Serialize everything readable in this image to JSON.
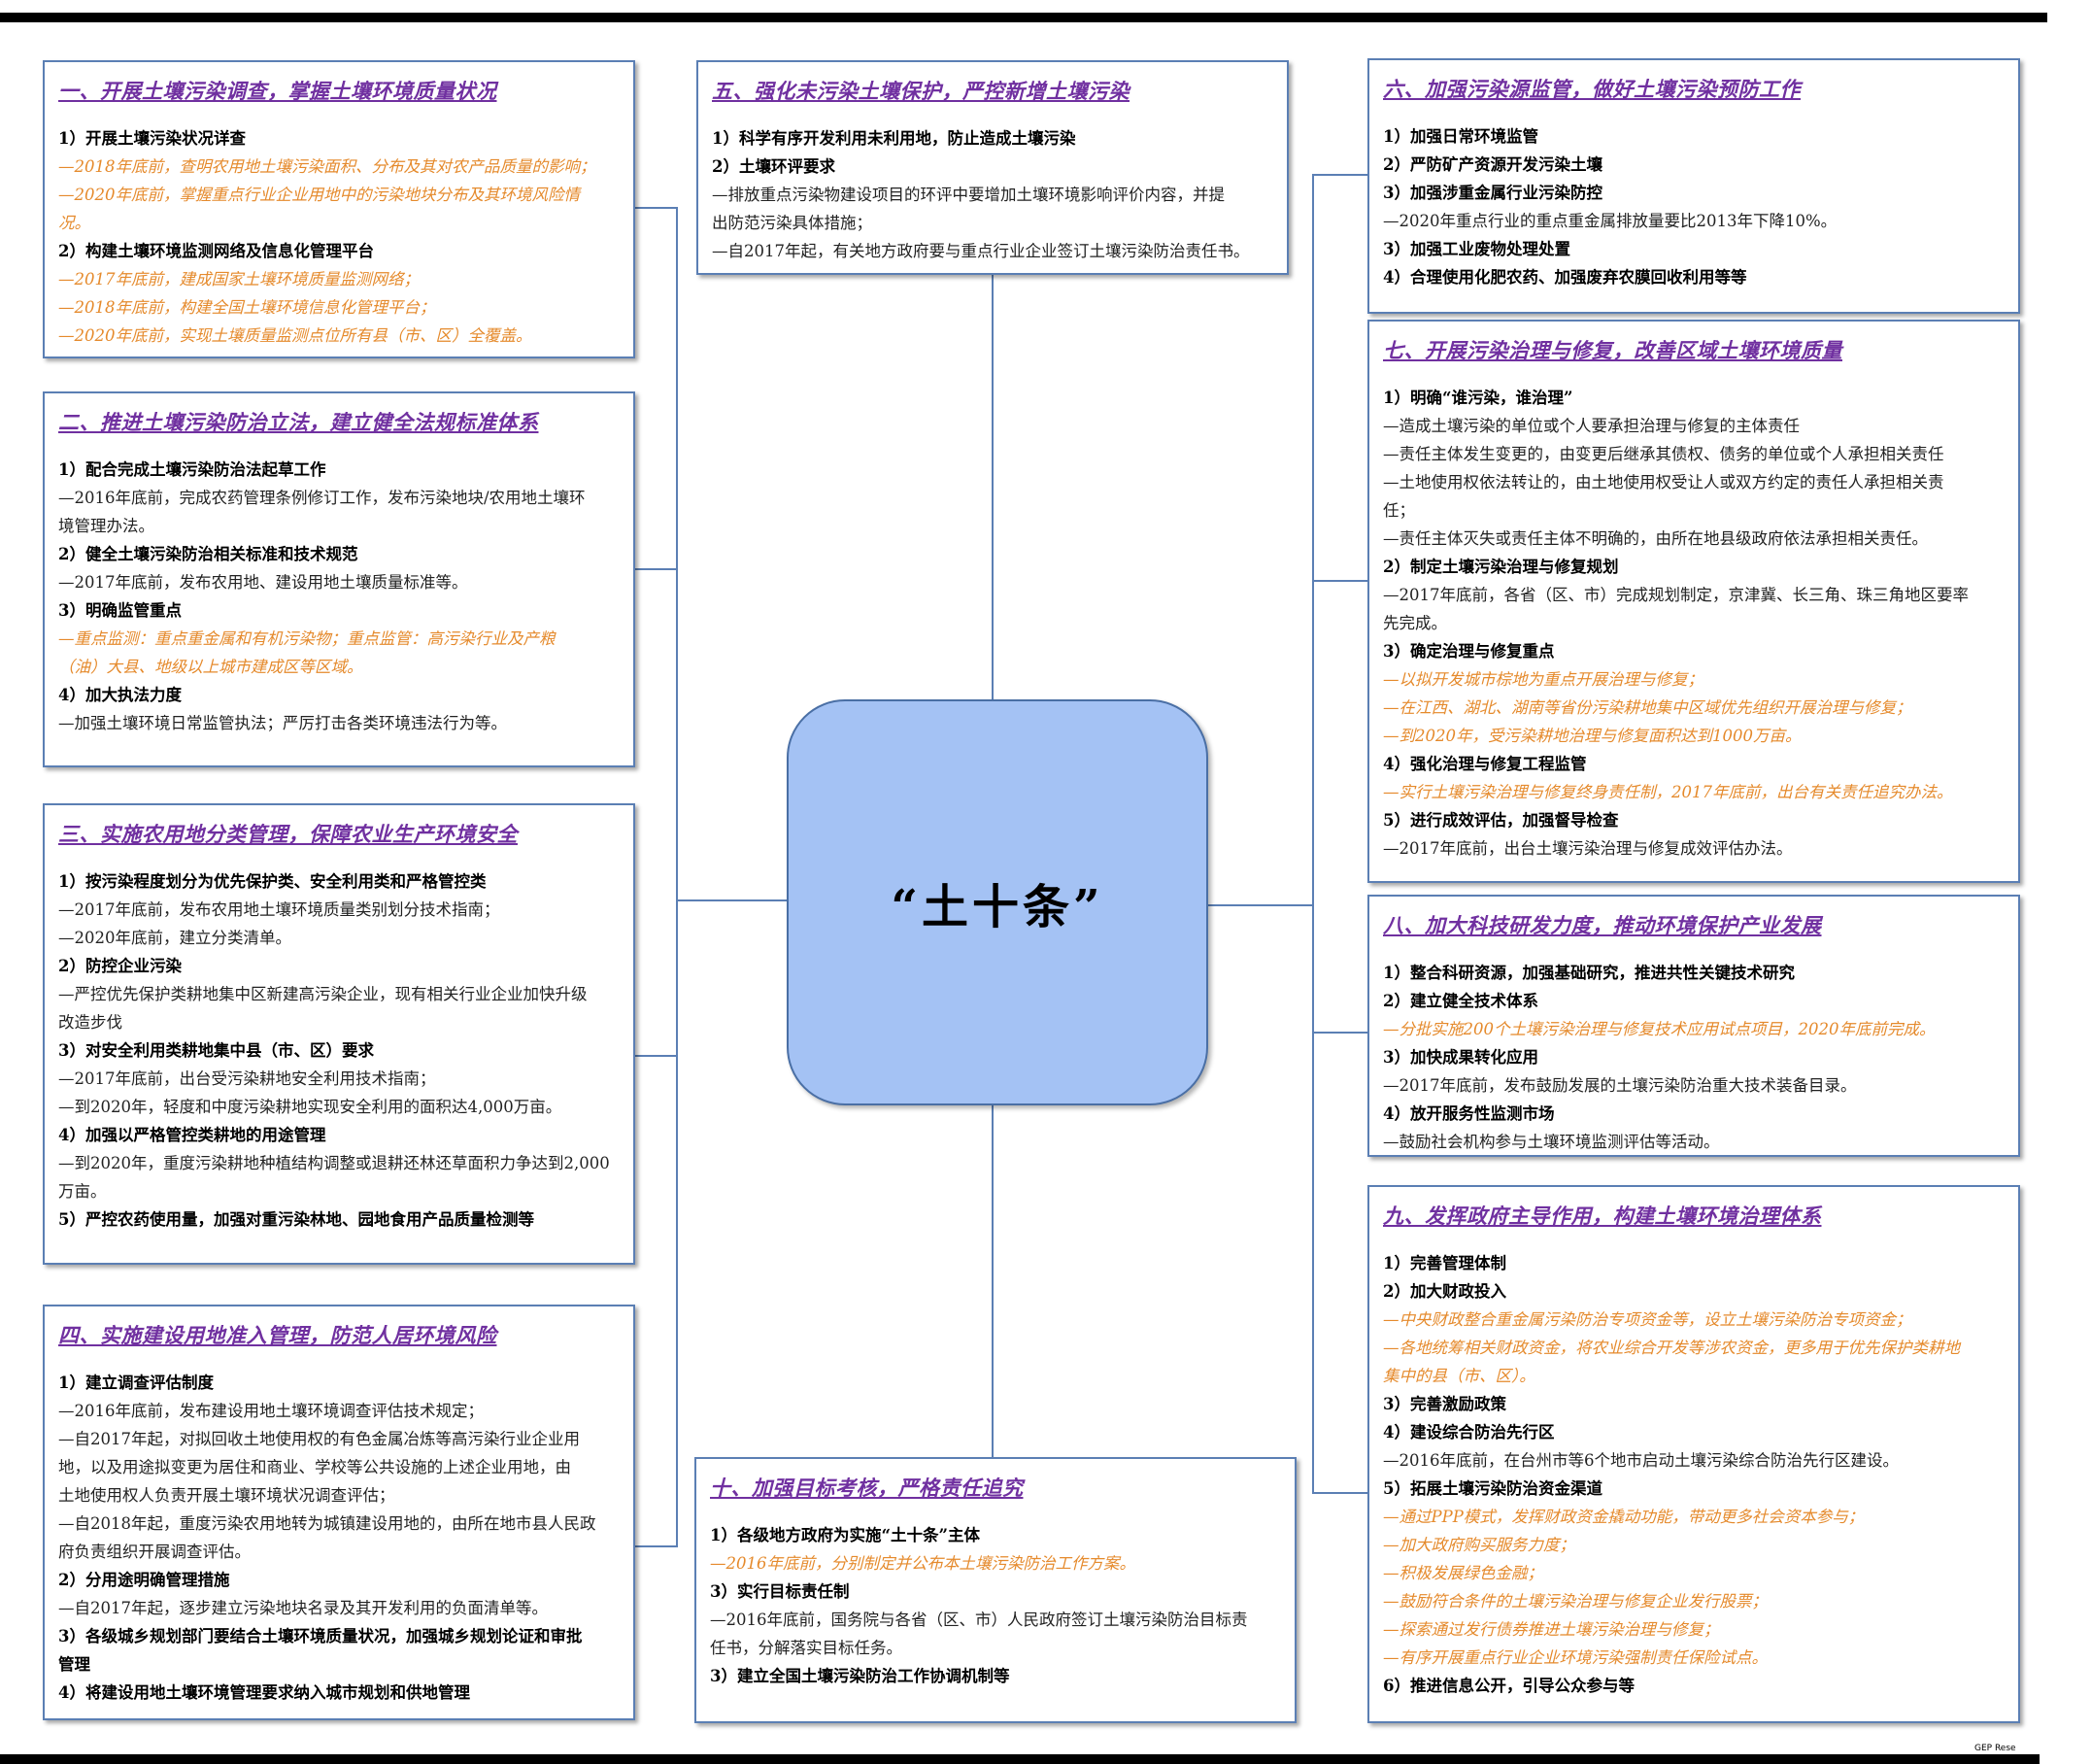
{
  "center_title": "“土十条”",
  "watermark": "GEP Rese",
  "boxes": [
    {
      "id": "b1",
      "title": "一、开展土壤污染调查，掌握土壤环境质量状况",
      "lines": [
        {
          "s": "h",
          "t": "1）开展土壤污染状况详查"
        },
        {
          "s": "o",
          "t": "—2018年底前，查明农用地土壤污染面积、分布及其对农产品质量的影响；"
        },
        {
          "s": "o",
          "t": "—2020年底前，掌握重点行业企业用地中的污染地块分布及其环境风险情"
        },
        {
          "s": "o",
          "t": "况。"
        },
        {
          "s": "h",
          "t": "2）构建土壤环境监测网络及信息化管理平台"
        },
        {
          "s": "o",
          "t": "—2017年底前，建成国家土壤环境质量监测网络；"
        },
        {
          "s": "o",
          "t": "—2018年底前，构建全国土壤环境信息化管理平台；"
        },
        {
          "s": "o",
          "t": "—2020年底前，实现土壤质量监测点位所有县（市、区）全覆盖。"
        }
      ]
    },
    {
      "id": "b2",
      "title": "二、推进土壤污染防治立法，建立健全法规标准体系",
      "lines": [
        {
          "s": "h",
          "t": "1）配合完成土壤污染防治法起草工作"
        },
        {
          "s": "n",
          "t": "—2016年底前，完成农药管理条例修订工作，发布污染地块/农用地土壤环"
        },
        {
          "s": "n",
          "t": "境管理办法。"
        },
        {
          "s": "h",
          "t": "2）健全土壤污染防治相关标准和技术规范"
        },
        {
          "s": "n",
          "t": "—2017年底前，发布农用地、建设用地土壤质量标准等。"
        },
        {
          "s": "h",
          "t": "3）明确监管重点"
        },
        {
          "s": "o",
          "t": "—重点监测：重点重金属和有机污染物；重点监管：高污染行业及产粮"
        },
        {
          "s": "o",
          "t": "（油）大县、地级以上城市建成区等区域。"
        },
        {
          "s": "h",
          "t": "4）加大执法力度"
        },
        {
          "s": "n",
          "t": "—加强土壤环境日常监管执法；严厉打击各类环境违法行为等。"
        }
      ]
    },
    {
      "id": "b3",
      "title": "三、实施农用地分类管理，保障农业生产环境安全",
      "lines": [
        {
          "s": "h",
          "t": "1）按污染程度划分为优先保护类、安全利用类和严格管控类"
        },
        {
          "s": "n",
          "t": "—2017年底前，发布农用地土壤环境质量类别划分技术指南；"
        },
        {
          "s": "n",
          "t": "—2020年底前，建立分类清单。"
        },
        {
          "s": "h",
          "t": "2）防控企业污染"
        },
        {
          "s": "n",
          "t": "—严控优先保护类耕地集中区新建高污染企业，现有相关行业企业加快升级"
        },
        {
          "s": "n",
          "t": "改造步伐"
        },
        {
          "s": "h",
          "t": "3）对安全利用类耕地集中县（市、区）要求"
        },
        {
          "s": "n",
          "t": "—2017年底前，出台受污染耕地安全利用技术指南；"
        },
        {
          "s": "n",
          "t": "—到2020年，轻度和中度污染耕地实现安全利用的面积达4,000万亩。"
        },
        {
          "s": "h",
          "t": "4）加强以严格管控类耕地的用途管理"
        },
        {
          "s": "n",
          "t": "—到2020年，重度污染耕地种植结构调整或退耕还林还草面积力争达到2,000"
        },
        {
          "s": "n",
          "t": "万亩。"
        },
        {
          "s": "h",
          "t": "5）严控农药使用量，加强对重污染林地、园地食用产品质量检测等"
        }
      ]
    },
    {
      "id": "b4",
      "title": "四、实施建设用地准入管理，防范人居环境风险",
      "lines": [
        {
          "s": "h",
          "t": "1）建立调查评估制度"
        },
        {
          "s": "n",
          "t": "—2016年底前，发布建设用地土壤环境调查评估技术规定；"
        },
        {
          "s": "n",
          "t": "—自2017年起，对拟回收土地使用权的有色金属冶炼等高污染行业企业用"
        },
        {
          "s": "n",
          "t": "地，以及用途拟变更为居住和商业、学校等公共设施的上述企业用地，由"
        },
        {
          "s": "n",
          "t": "土地使用权人负责开展土壤环境状况调查评估；"
        },
        {
          "s": "n",
          "t": "—自2018年起，重度污染农用地转为城镇建设用地的，由所在地市县人民政"
        },
        {
          "s": "n",
          "t": "府负责组织开展调查评估。"
        },
        {
          "s": "h",
          "t": "2）分用途明确管理措施"
        },
        {
          "s": "n",
          "t": "—自2017年起，逐步建立污染地块名录及其开发利用的负面清单等。"
        },
        {
          "s": "h",
          "t": "3）各级城乡规划部门要结合土壤环境质量状况，加强城乡规划论证和审批"
        },
        {
          "s": "h",
          "t": "管理"
        },
        {
          "s": "h",
          "t": "4）将建设用地土壤环境管理要求纳入城市规划和供地管理"
        }
      ]
    },
    {
      "id": "b5",
      "title": "五、强化未污染土壤保护，严控新增土壤污染",
      "lines": [
        {
          "s": "h",
          "t": "1）科学有序开发利用未利用地，防止造成土壤污染"
        },
        {
          "s": "h",
          "t": "2）土壤环评要求"
        },
        {
          "s": "n",
          "t": "—排放重点污染物建设项目的环评中要增加土壤环境影响评价内容，并提"
        },
        {
          "s": "n",
          "t": "出防范污染具体措施；"
        },
        {
          "s": "n",
          "t": "—自2017年起，有关地方政府要与重点行业企业签订土壤污染防治责任书。"
        }
      ]
    },
    {
      "id": "b6",
      "title": "六、加强污染源监管，做好土壤污染预防工作",
      "lines": [
        {
          "s": "h",
          "t": "1）加强日常环境监管"
        },
        {
          "s": "h",
          "t": "2）严防矿产资源开发污染土壤"
        },
        {
          "s": "h",
          "t": "3）加强涉重金属行业污染防控"
        },
        {
          "s": "n",
          "t": "—2020年重点行业的重点重金属排放量要比2013年下降10%。"
        },
        {
          "s": "h",
          "t": "3）加强工业废物处理处置"
        },
        {
          "s": "h",
          "t": "4）合理使用化肥农药、加强废弃农膜回收利用等等"
        }
      ]
    },
    {
      "id": "b7",
      "title": "七、开展污染治理与修复，改善区域土壤环境质量",
      "lines": [
        {
          "s": "h",
          "t": "1）明确“谁污染，谁治理”"
        },
        {
          "s": "n",
          "t": "—造成土壤污染的单位或个人要承担治理与修复的主体责任"
        },
        {
          "s": "n",
          "t": "—责任主体发生变更的，由变更后继承其债权、债务的单位或个人承担相关责任"
        },
        {
          "s": "n",
          "t": "—土地使用权依法转让的，由土地使用权受让人或双方约定的责任人承担相关责"
        },
        {
          "s": "n",
          "t": "任；"
        },
        {
          "s": "n",
          "t": "—责任主体灭失或责任主体不明确的，由所在地县级政府依法承担相关责任。"
        },
        {
          "s": "h",
          "t": "2）制定土壤污染治理与修复规划"
        },
        {
          "s": "n",
          "t": "—2017年底前，各省（区、市）完成规划制定，京津冀、长三角、珠三角地区要率"
        },
        {
          "s": "n",
          "t": "先完成。"
        },
        {
          "s": "h",
          "t": "3）确定治理与修复重点"
        },
        {
          "s": "o",
          "t": "—以拟开发城市棕地为重点开展治理与修复；"
        },
        {
          "s": "o",
          "t": "—在江西、湖北、湖南等省份污染耕地集中区域优先组织开展治理与修复；"
        },
        {
          "s": "o",
          "t": "—到2020年，受污染耕地治理与修复面积达到1000万亩。"
        },
        {
          "s": "h",
          "t": "4）强化治理与修复工程监管"
        },
        {
          "s": "o",
          "t": "—实行土壤污染治理与修复终身责任制，2017年底前，出台有关责任追究办法。"
        },
        {
          "s": "h",
          "t": "5）进行成效评估，加强督导检查"
        },
        {
          "s": "n",
          "t": "—2017年底前，出台土壤污染治理与修复成效评估办法。"
        }
      ]
    },
    {
      "id": "b8",
      "title": "八、加大科技研发力度，推动环境保护产业发展",
      "lines": [
        {
          "s": "h",
          "t": "1）整合科研资源，加强基础研究，推进共性关键技术研究"
        },
        {
          "s": "h",
          "t": "2）建立健全技术体系"
        },
        {
          "s": "o",
          "t": "—分批实施200个土壤污染治理与修复技术应用试点项目，2020年底前完成。"
        },
        {
          "s": "h",
          "t": "3）加快成果转化应用"
        },
        {
          "s": "n",
          "t": "—2017年底前，发布鼓励发展的土壤污染防治重大技术装备目录。"
        },
        {
          "s": "h",
          "t": "4）放开服务性监测市场"
        },
        {
          "s": "n",
          "t": "—鼓励社会机构参与土壤环境监测评估等活动。"
        }
      ]
    },
    {
      "id": "b9",
      "title": "九、发挥政府主导作用，构建土壤环境治理体系",
      "lines": [
        {
          "s": "h",
          "t": "1）完善管理体制"
        },
        {
          "s": "h",
          "t": "2）加大财政投入"
        },
        {
          "s": "o",
          "t": "—中央财政整合重金属污染防治专项资金等，设立土壤污染防治专项资金；"
        },
        {
          "s": "o",
          "t": "—各地统筹相关财政资金，将农业综合开发等涉农资金，更多用于优先保护类耕地"
        },
        {
          "s": "o",
          "t": "集中的县（市、区）。"
        },
        {
          "s": "h",
          "t": "3）完善激励政策"
        },
        {
          "s": "h",
          "t": "4）建设综合防治先行区"
        },
        {
          "s": "n",
          "t": "—2016年底前，在台州市等6个地市启动土壤污染综合防治先行区建设。"
        },
        {
          "s": "h",
          "t": "5）拓展土壤污染防治资金渠道"
        },
        {
          "s": "o",
          "t": "—通过PPP模式，发挥财政资金撬动功能，带动更多社会资本参与；"
        },
        {
          "s": "o",
          "t": "—加大政府购买服务力度；"
        },
        {
          "s": "o",
          "t": "—积极发展绿色金融；"
        },
        {
          "s": "o",
          "t": "—鼓励符合条件的土壤污染治理与修复企业发行股票；"
        },
        {
          "s": "o",
          "t": "—探索通过发行债券推进土壤污染治理与修复；"
        },
        {
          "s": "o",
          "t": "—有序开展重点行业企业环境污染强制责任保险试点。"
        },
        {
          "s": "h",
          "t": "6）推进信息公开，引导公众参与等"
        }
      ]
    },
    {
      "id": "b10",
      "title": "十、加强目标考核，严格责任追究",
      "lines": [
        {
          "s": "h",
          "t": "1）各级地方政府为实施“土十条”主体"
        },
        {
          "s": "o",
          "t": "—2016年底前，分别制定并公布本土壤污染防治工作方案。"
        },
        {
          "s": "h",
          "t": "3）实行目标责任制"
        },
        {
          "s": "n",
          "t": "—2016年底前，国务院与各省（区、市）人民政府签订土壤污染防治目标责"
        },
        {
          "s": "n",
          "t": "任书，分解落实目标任务。"
        },
        {
          "s": "h",
          "t": "3）建立全国土壤污染防治工作协调机制等"
        }
      ]
    }
  ]
}
